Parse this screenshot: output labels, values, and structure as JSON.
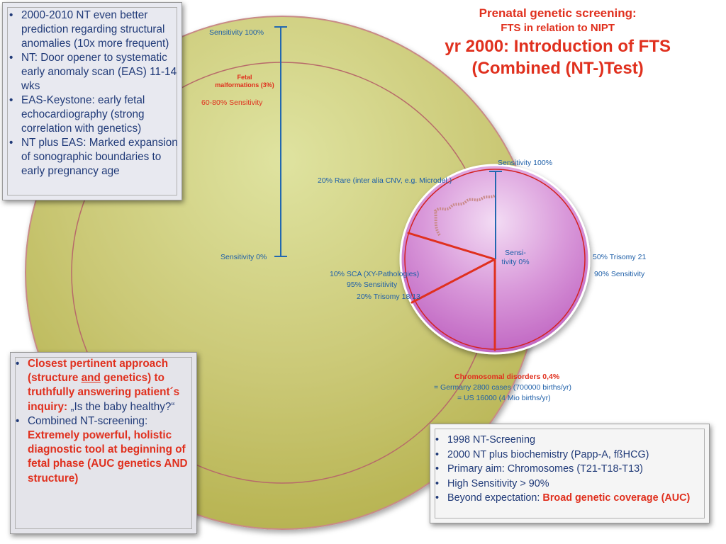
{
  "title": {
    "line1": "Prenatal genetic screening:",
    "line2": "FTS in relation to NIPT",
    "line3": "yr 2000: Introduction of FTS",
    "line4": "(Combined (NT-)Test)"
  },
  "colors": {
    "large_circle": "#c9c86a",
    "small_circle": "#d58fd6",
    "red": "#e0301e",
    "blue": "#1e5fa8"
  },
  "top_left_box": {
    "items": [
      "2000-2010 NT even better prediction regarding structural anomalies (10x more frequent)",
      "NT: Door opener to systematic early anomaly scan (EAS) 11-14 wks",
      "EAS-Keystone: early fetal echocardiography (strong correlation with genetics)",
      "NT plus EAS: Marked expansion of sonographic boundaries to early pregnancy age"
    ]
  },
  "large_circle": {
    "sensitivity_top": "Sensitivity 100%",
    "sensitivity_bottom": "Sensitivity 0%",
    "fetal_line1": "Fetal",
    "fetal_line2": "malformations (3%)",
    "sensitivity_range": "60-80% Sensitivity"
  },
  "small_circle": {
    "sensitivity_top": "Sensitivity 100%",
    "rare": "20% Rare (inter alia CNV, e.g. Microdel.)",
    "sens_line1": "Sensi-",
    "sens_line2": "tivity 0%",
    "trisomy21": "50% Trisomy 21",
    "trisomy21_sens": "90% Sensitivity",
    "sca": "10% SCA (XY-Pathologies)",
    "sca_sens": "95% Sensitivity",
    "trisomy1813": "20% Trisomy 18/13",
    "chrom_title": "Chromosomal disorders 0,4%",
    "chrom_germany": "= Germany 2800 cases (700000 births/yr)",
    "chrom_us": "= US 16000 (4 Mio births/yr)"
  },
  "bottom_left_box": {
    "item1_bold": "Closest pertinent approach (structure",
    "item1_and": "and",
    "item1_rest": "genetics) to truthfully answering patient´s inquiry:",
    "item1_quote": "„Is the baby healthy?“",
    "item2_intro": "Combined NT-screening:",
    "item2_bold": "Extremely powerful, holistic diagnostic tool at beginning of fetal phase (AUC genetics AND structure)"
  },
  "bottom_right_box": {
    "items": [
      "1998 NT-Screening",
      "2000 NT plus biochemistry (Papp-A, fßHCG)",
      "Primary aim: Chromosomes (T21-T18-T13)",
      "High Sensitivity > 90%"
    ],
    "last_prefix": "Beyond expectation:",
    "last_red": "Broad genetic coverage (AUC)"
  }
}
